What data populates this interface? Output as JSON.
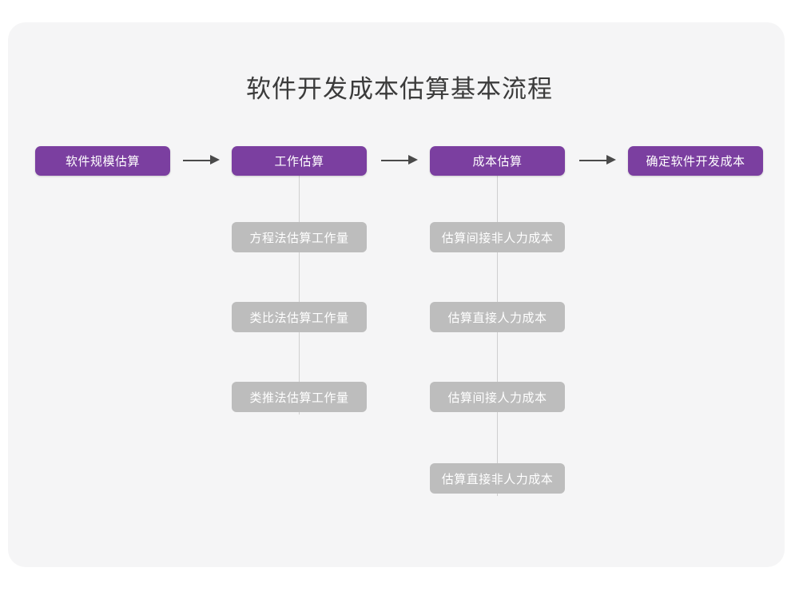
{
  "title": "软件开发成本估算基本流程",
  "colors": {
    "card_background": "#f5f5f6",
    "page_background": "#ffffff",
    "primary_node": "#7b3fa0",
    "secondary_node": "#bdbdbd",
    "title_text": "#3b3b3b",
    "node_text": "#ffffff",
    "arrow": "#4a4a4a",
    "connector_line": "#cfcfcf"
  },
  "chart_data": {
    "type": "diagram",
    "title": "软件开发成本估算基本流程",
    "layout": "horizontal flow with vertical sub-step branches",
    "main_flow": [
      {
        "id": "step1",
        "label": "软件规模估算",
        "sub_steps": []
      },
      {
        "id": "step2",
        "label": "工作估算",
        "sub_steps": [
          "方程法估算工作量",
          "类比法估算工作量",
          "类推法估算工作量"
        ]
      },
      {
        "id": "step3",
        "label": "成本估算",
        "sub_steps": [
          "估算间接非人力成本",
          "估算直接人力成本",
          "估算间接人力成本",
          "估算直接非人力成本"
        ]
      },
      {
        "id": "step4",
        "label": "确定软件开发成本",
        "sub_steps": []
      }
    ],
    "connectors": [
      {
        "from": "step1",
        "to": "step2",
        "type": "arrow-right"
      },
      {
        "from": "step2",
        "to": "step3",
        "type": "arrow-right"
      },
      {
        "from": "step3",
        "to": "step4",
        "type": "arrow-right"
      }
    ]
  },
  "nodes": {
    "main": [
      {
        "label": "软件规模估算"
      },
      {
        "label": "工作估算"
      },
      {
        "label": "成本估算"
      },
      {
        "label": "确定软件开发成本"
      }
    ],
    "branch_work": [
      {
        "label": "方程法估算工作量"
      },
      {
        "label": "类比法估算工作量"
      },
      {
        "label": "类推法估算工作量"
      }
    ],
    "branch_cost": [
      {
        "label": "估算间接非人力成本"
      },
      {
        "label": "估算直接人力成本"
      },
      {
        "label": "估算间接人力成本"
      },
      {
        "label": "估算直接非人力成本"
      }
    ]
  }
}
